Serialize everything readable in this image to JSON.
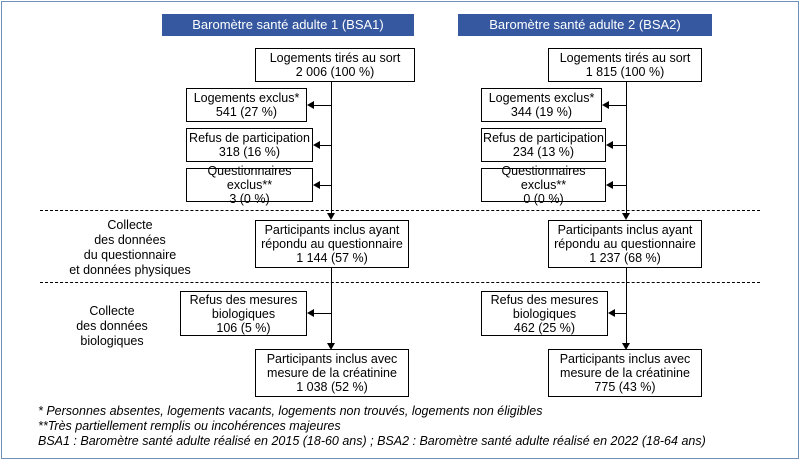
{
  "headers": {
    "bsa1": "Baromètre santé adulte 1 (BSA1)",
    "bsa2": "Baromètre santé adulte 2 (BSA2)"
  },
  "side_labels": {
    "collecte_questionnaire": [
      "Collecte",
      "des données",
      "du questionnaire",
      "et données physiques"
    ],
    "collecte_biologiques": [
      "Collecte",
      "des données",
      "biologiques"
    ]
  },
  "bsa1": {
    "logements": [
      "Logements tirés au sort",
      "2 006 (100 %)"
    ],
    "exclus": [
      "Logements exclus*",
      "541 (27 %)"
    ],
    "refus": [
      "Refus de participation",
      "318 (16 %)"
    ],
    "questionnaires_exclus": [
      "Questionnaires exclus**",
      "3 (0 %)"
    ],
    "participants": [
      "Participants inclus ayant",
      "répondu au questionnaire",
      "1 144 (57 %)"
    ],
    "refus_mesures": [
      "Refus des mesures",
      "biologiques",
      "106 (5 %)"
    ],
    "creatinine": [
      "Participants inclus avec",
      "mesure de la créatinine",
      "1 038 (52 %)"
    ]
  },
  "bsa2": {
    "logements": [
      "Logements tirés au sort",
      "1 815 (100 %)"
    ],
    "exclus": [
      "Logements exclus*",
      "344 (19 %)"
    ],
    "refus": [
      "Refus de participation",
      "234 (13 %)"
    ],
    "questionnaires_exclus": [
      "Questionnaires exclus**",
      "0 (0 %)"
    ],
    "participants": [
      "Participants inclus ayant",
      "répondu au questionnaire",
      "1 237 (68 %)"
    ],
    "refus_mesures": [
      "Refus des mesures",
      "biologiques",
      "462 (25 %)"
    ],
    "creatinine": [
      "Participants inclus avec",
      "mesure de la créatinine",
      "775 (43 %)"
    ]
  },
  "notes": [
    "* Personnes absentes, logements vacants, logements non trouvés, logements non éligibles",
    "**Très partiellement remplis ou incohérences majeures",
    "BSA1 : Baromètre santé adulte réalisé en 2015 (18-60 ans) ; BSA2 : Baromètre santé adulte réalisé en 2022 (18-64 ans)"
  ]
}
